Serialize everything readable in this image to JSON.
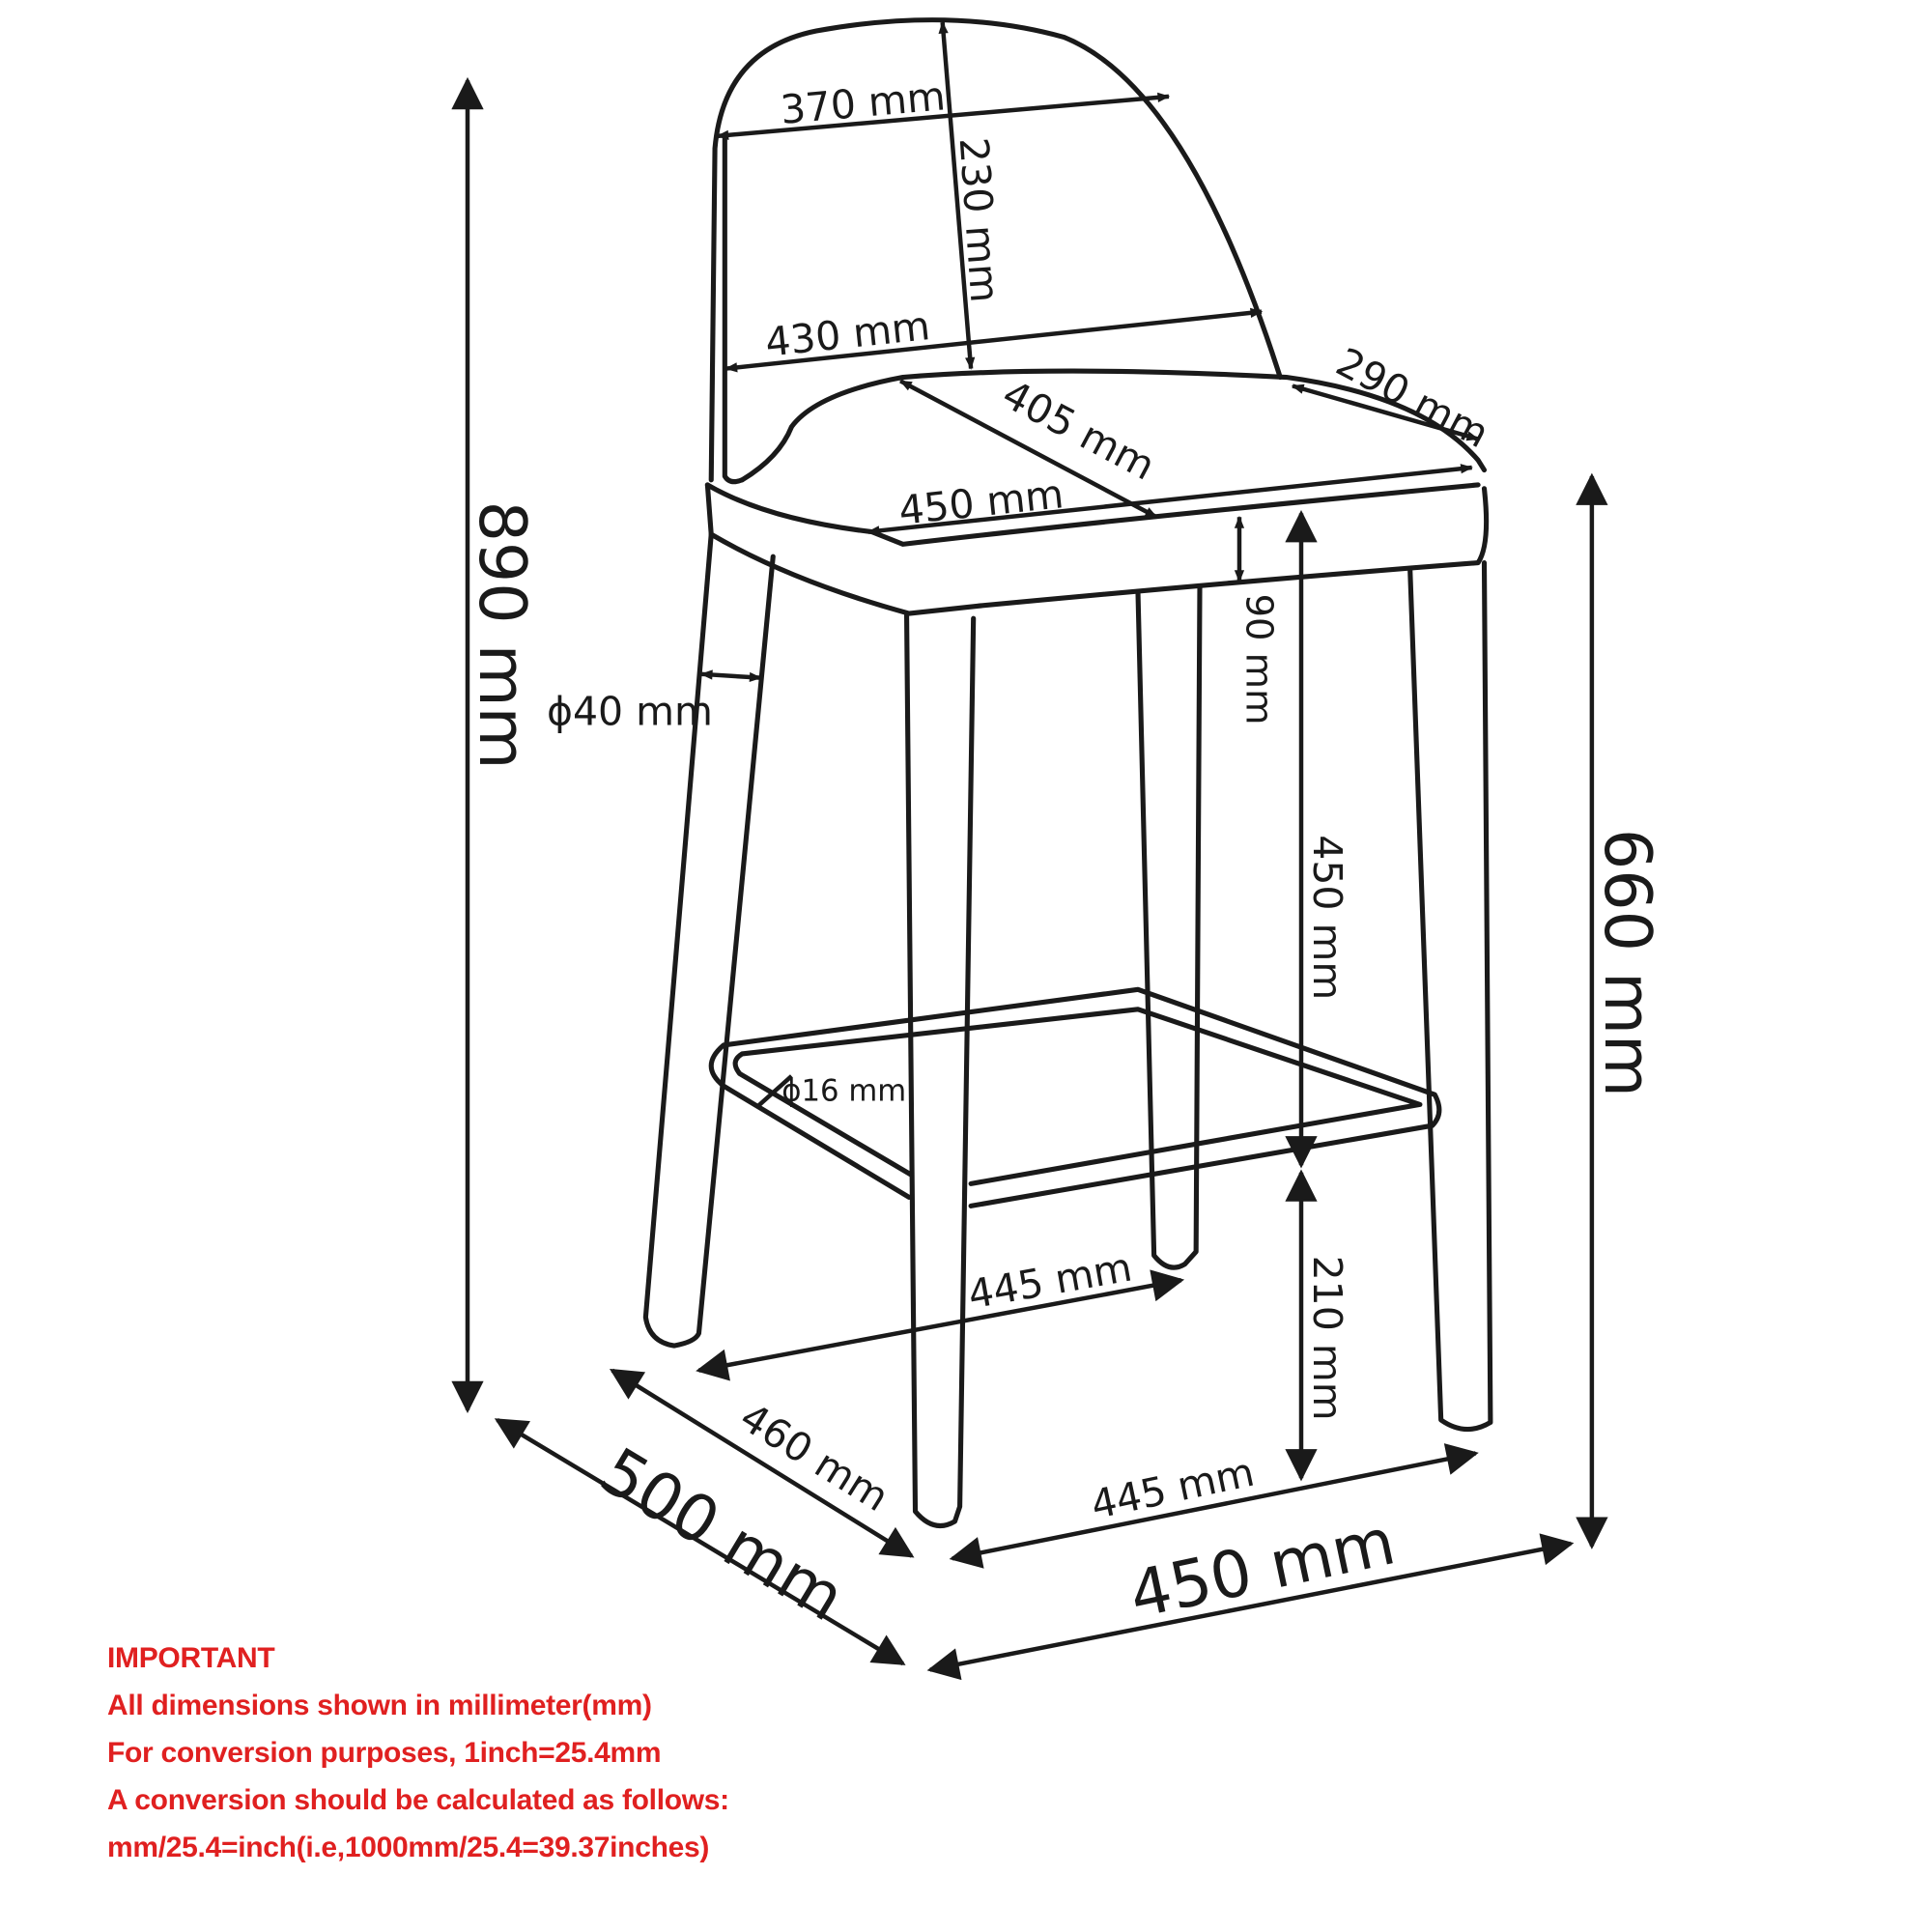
{
  "dimensions": {
    "back_top_width": "370 mm",
    "back_height": "230 mm",
    "back_bottom_width": "430 mm",
    "seat_depth_top": "290 mm",
    "seat_diagonal": "405 mm",
    "seat_width": "450 mm",
    "seat_thickness": "90 mm",
    "total_height": "890 mm",
    "leg_diameter": "ϕ40 mm",
    "seat_height_above_footrest": "450 mm",
    "footrest_tube_diameter": "ϕ16 mm",
    "footrest_height": "210 mm",
    "seat_height": "660 mm",
    "leg_span_back": "445 mm",
    "leg_span_side": "460 mm",
    "leg_span_front": "445 mm",
    "overall_depth": "500 mm",
    "overall_width": "450 mm"
  },
  "notes": {
    "title": "IMPORTANT",
    "line1": "All dimensions shown in millimeter(mm)",
    "line2": "For conversion purposes, 1inch=25.4mm",
    "line3": "A conversion should be calculated as follows:",
    "line4": "mm/25.4=inch(i.e,1000mm/25.4=39.37inches)"
  },
  "colors": {
    "line": "#1a1a1a",
    "note": "#e02020"
  }
}
